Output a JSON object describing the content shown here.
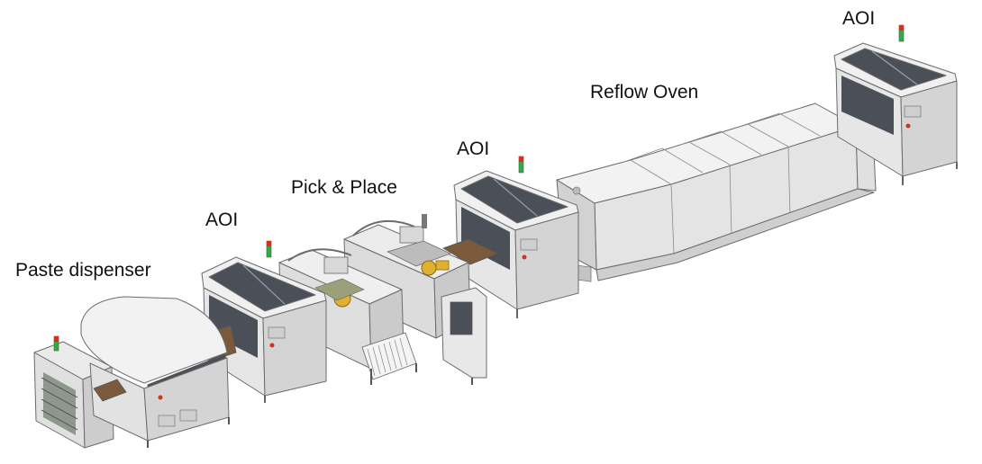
{
  "labels": {
    "paste_dispenser": "Paste dispenser",
    "aoi_1": "AOI",
    "pick_place": "Pick & Place",
    "aoi_2": "AOI",
    "reflow_oven": "Reflow Oven",
    "aoi_3": "AOI"
  },
  "colors": {
    "panel_dark": "#4a4f58",
    "panel_light": "#eeeeee",
    "panel_side": "#d6d6d6",
    "conveyor": "#7a5a3a",
    "accent_yellow": "#e0b030",
    "beacon_red": "#cc3322",
    "beacon_green": "#33aa44"
  }
}
